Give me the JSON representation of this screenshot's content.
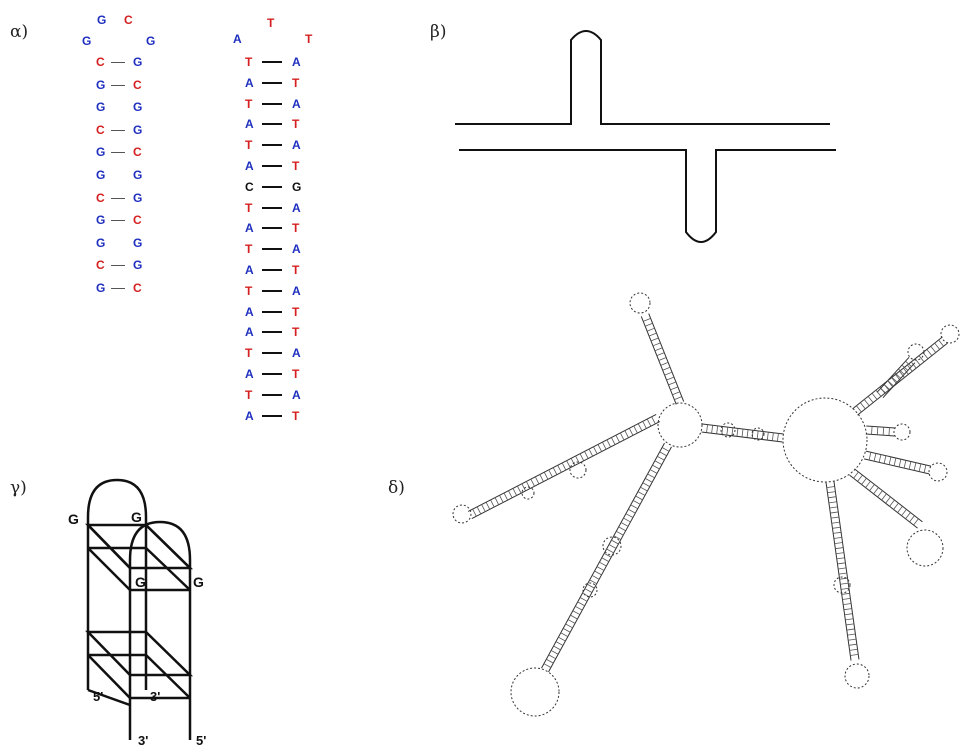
{
  "colors": {
    "G": "#1f2fbf",
    "C": "#d42020",
    "A": "#1f2fbf",
    "T": "#d42020",
    "C_black": "#111111",
    "G_black": "#111111",
    "line": "#111111"
  },
  "panel_labels": {
    "alpha": "α)",
    "beta": "β)",
    "gamma": "γ)",
    "delta": "δ)"
  },
  "hairpin_gc": {
    "loop": [
      "G",
      "C",
      "G",
      "G"
    ],
    "pairs": [
      [
        "C",
        "G",
        true
      ],
      [
        "G",
        "C",
        true
      ],
      [
        "G",
        "G",
        false
      ],
      [
        "C",
        "G",
        true
      ],
      [
        "G",
        "C",
        true
      ],
      [
        "G",
        "G",
        false
      ],
      [
        "C",
        "G",
        true
      ],
      [
        "G",
        "C",
        true
      ],
      [
        "G",
        "G",
        false
      ],
      [
        "C",
        "G",
        true
      ],
      [
        "G",
        "C",
        true
      ]
    ]
  },
  "hairpin_at": {
    "loop": [
      "A",
      "T",
      "T"
    ],
    "pairs": [
      [
        "T",
        "A"
      ],
      [
        "A",
        "T"
      ],
      [
        "T",
        "A"
      ],
      [
        "A",
        "T"
      ],
      [
        "T",
        "A"
      ],
      [
        "A",
        "T"
      ],
      [
        "C",
        "G"
      ],
      [
        "T",
        "A"
      ],
      [
        "A",
        "T"
      ],
      [
        "T",
        "A"
      ],
      [
        "A",
        "T"
      ],
      [
        "T",
        "A"
      ],
      [
        "A",
        "T"
      ],
      [
        "A",
        "T"
      ],
      [
        "T",
        "A"
      ],
      [
        "A",
        "T"
      ],
      [
        "T",
        "A"
      ],
      [
        "A",
        "T"
      ]
    ]
  },
  "quadruplex_labels": {
    "g1": "G",
    "g2": "G",
    "g3": "G",
    "g4": "G",
    "end_5a": "5'",
    "end_3a": "3'",
    "end_3b": "3'",
    "end_5b": "5'"
  }
}
